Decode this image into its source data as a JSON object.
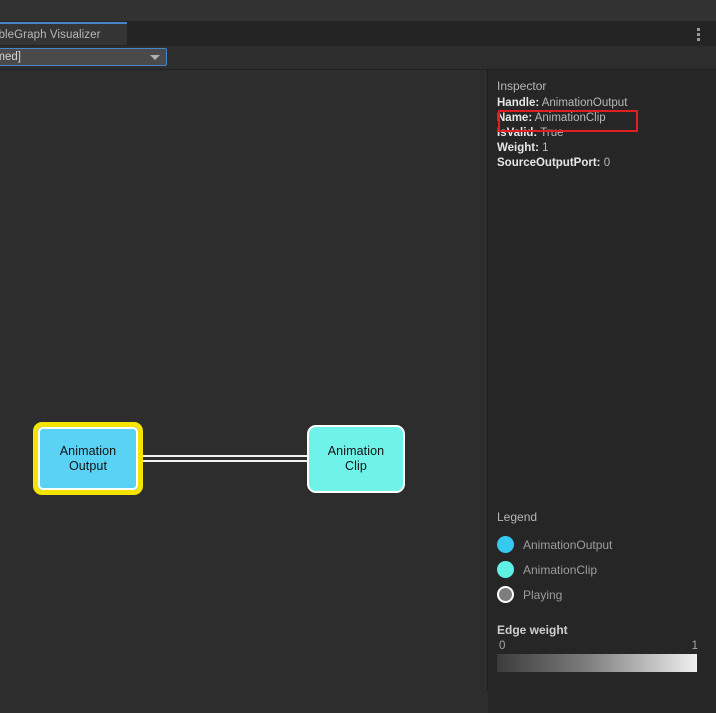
{
  "window": {
    "tab_label": "ableGraph Visualizer",
    "menu_icon": "kebab-menu-icon"
  },
  "toolbar": {
    "graph_select_value": "amed]",
    "caret_icon": "chevron-down-icon"
  },
  "inspector": {
    "title": "Inspector",
    "properties": [
      {
        "key": "Handle:",
        "value": "AnimationOutput"
      },
      {
        "key": "Name:",
        "value": "AnimationClip"
      },
      {
        "key": "IsValid:",
        "value": "True"
      },
      {
        "key": "Weight:",
        "value": "1"
      },
      {
        "key": "SourceOutputPort:",
        "value": "0"
      }
    ],
    "highlight_color": "#e02020"
  },
  "graph": {
    "nodes": [
      {
        "id": "animation-output",
        "label": "Animation\nOutput",
        "fill": "#5ad2f4",
        "border": "#f5e400",
        "selected": true
      },
      {
        "id": "animation-clip",
        "label": "Animation\nClip",
        "fill": "#6ff2e7",
        "border": "#ffffff",
        "selected": false
      }
    ],
    "edge_color": "#f2f2f2"
  },
  "legend": {
    "title": "Legend",
    "items": [
      {
        "label": "AnimationOutput",
        "color": "#35c8f0"
      },
      {
        "label": "AnimationClip",
        "color": "#5ef2e4"
      },
      {
        "label": "Playing",
        "color": "#7d7d7d",
        "ring": "#ffffff"
      }
    ]
  },
  "edge_weight": {
    "title": "Edge weight",
    "min": "0",
    "max": "1",
    "gradient_from": "#3c3c3c",
    "gradient_to": "#f0f0f0"
  }
}
